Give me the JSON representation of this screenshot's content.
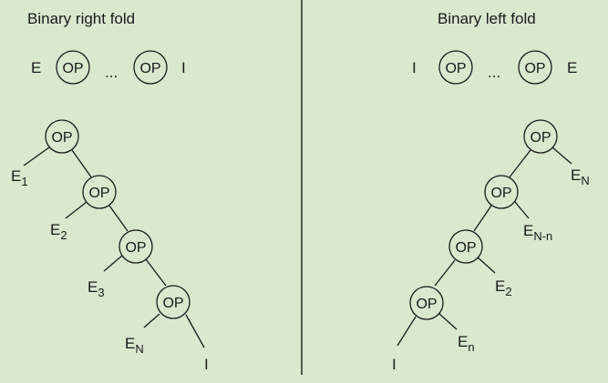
{
  "left": {
    "title": "Binary right fold",
    "formula": {
      "before": "E",
      "op1": "OP",
      "ellipsis": "...",
      "op2": "OP",
      "after": "I"
    },
    "tree": {
      "ops": [
        "OP",
        "OP",
        "OP",
        "OP"
      ],
      "leaves": [
        {
          "base": "E",
          "sub": "1"
        },
        {
          "base": "E",
          "sub": "2"
        },
        {
          "base": "E",
          "sub": "3"
        },
        {
          "base": "E",
          "sub": "N"
        },
        {
          "base": "I",
          "sub": ""
        }
      ]
    }
  },
  "right": {
    "title": "Binary left fold",
    "formula": {
      "before": "I",
      "op1": "OP",
      "ellipsis": "...",
      "op2": "OP",
      "after": "E"
    },
    "tree": {
      "ops": [
        "OP",
        "OP",
        "OP",
        "OP"
      ],
      "leaves": [
        {
          "base": "E",
          "sub": "N"
        },
        {
          "base": "E",
          "sub": "N-n"
        },
        {
          "base": "E",
          "sub": "2"
        },
        {
          "base": "E",
          "sub": "n"
        },
        {
          "base": "I",
          "sub": ""
        }
      ]
    }
  },
  "colors": {
    "background": "#d9e8cf",
    "ink": "#1a1a1a"
  }
}
